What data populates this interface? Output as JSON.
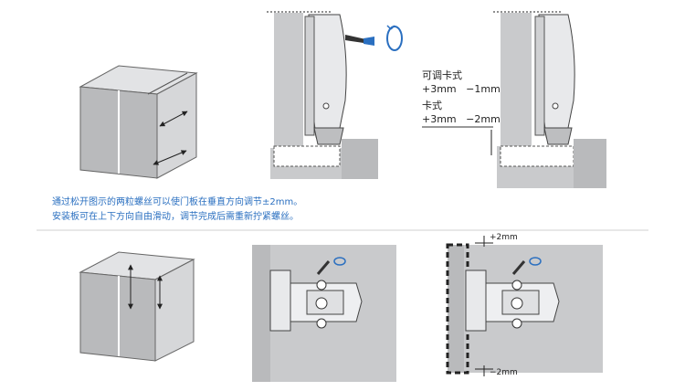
{
  "labels": {
    "adjustable_card": "可调卡式",
    "adjustable_range": "+3mm   −1mm",
    "card": "卡式",
    "card_range": "+3mm   −2mm",
    "dim_plus": "+2mm",
    "dim_minus": "−2mm"
  },
  "description": {
    "line1": "通过松开图示的两粒螺丝可以使门板在垂直方向调节±2mm。",
    "line2": "安装板可在上下方向自由滑动，调节完成后需重新拧紧螺丝。"
  },
  "colors": {
    "panel_gray": "#c9cacc",
    "dark_gray": "#9c9d9f",
    "line": "#333333",
    "accent_blue": "#2a6fc0"
  }
}
